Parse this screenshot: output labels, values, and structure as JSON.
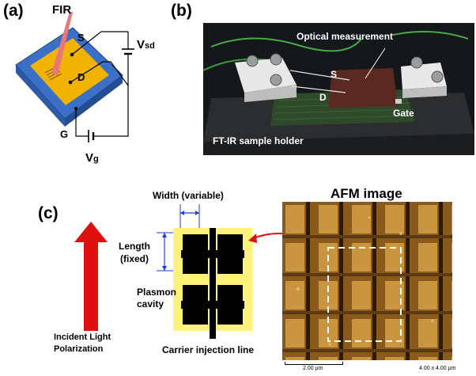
{
  "panels": {
    "a": {
      "label": "(a)",
      "fir": "FIR",
      "source": "S",
      "drain": "D",
      "gate": "G",
      "vsd": "V",
      "vsd_sub": "sd",
      "vg": "V",
      "vg_sub": "g"
    },
    "b": {
      "label": "(b)",
      "optical": "Optical measurement",
      "source": "S",
      "drain": "D",
      "gate": "Gate",
      "holder": "FT-IR sample holder"
    },
    "c": {
      "label": "(c)",
      "width": "Width (variable)",
      "length_line1": "Length",
      "length_line2": "(fixed)",
      "plasmon_line1": "Plasmon",
      "plasmon_line2": "cavity",
      "carrier": "Carrier injection line",
      "polarization_line1": "Incident Light",
      "polarization_line2": "Polarization",
      "afm_title": "AFM image",
      "scale_bar": "2.00 µm",
      "scan_size": "4.00 x 4.00 µm"
    }
  },
  "colors": {
    "device_blue": "#3a70c8",
    "device_gold": "#f2b200",
    "fir_beam": "#e87878",
    "arrow_red": "#e01010",
    "dimension_blue": "#1e3fd0",
    "pad_yellow": "#fff27a",
    "afm_brown": "#8a5a1c"
  }
}
